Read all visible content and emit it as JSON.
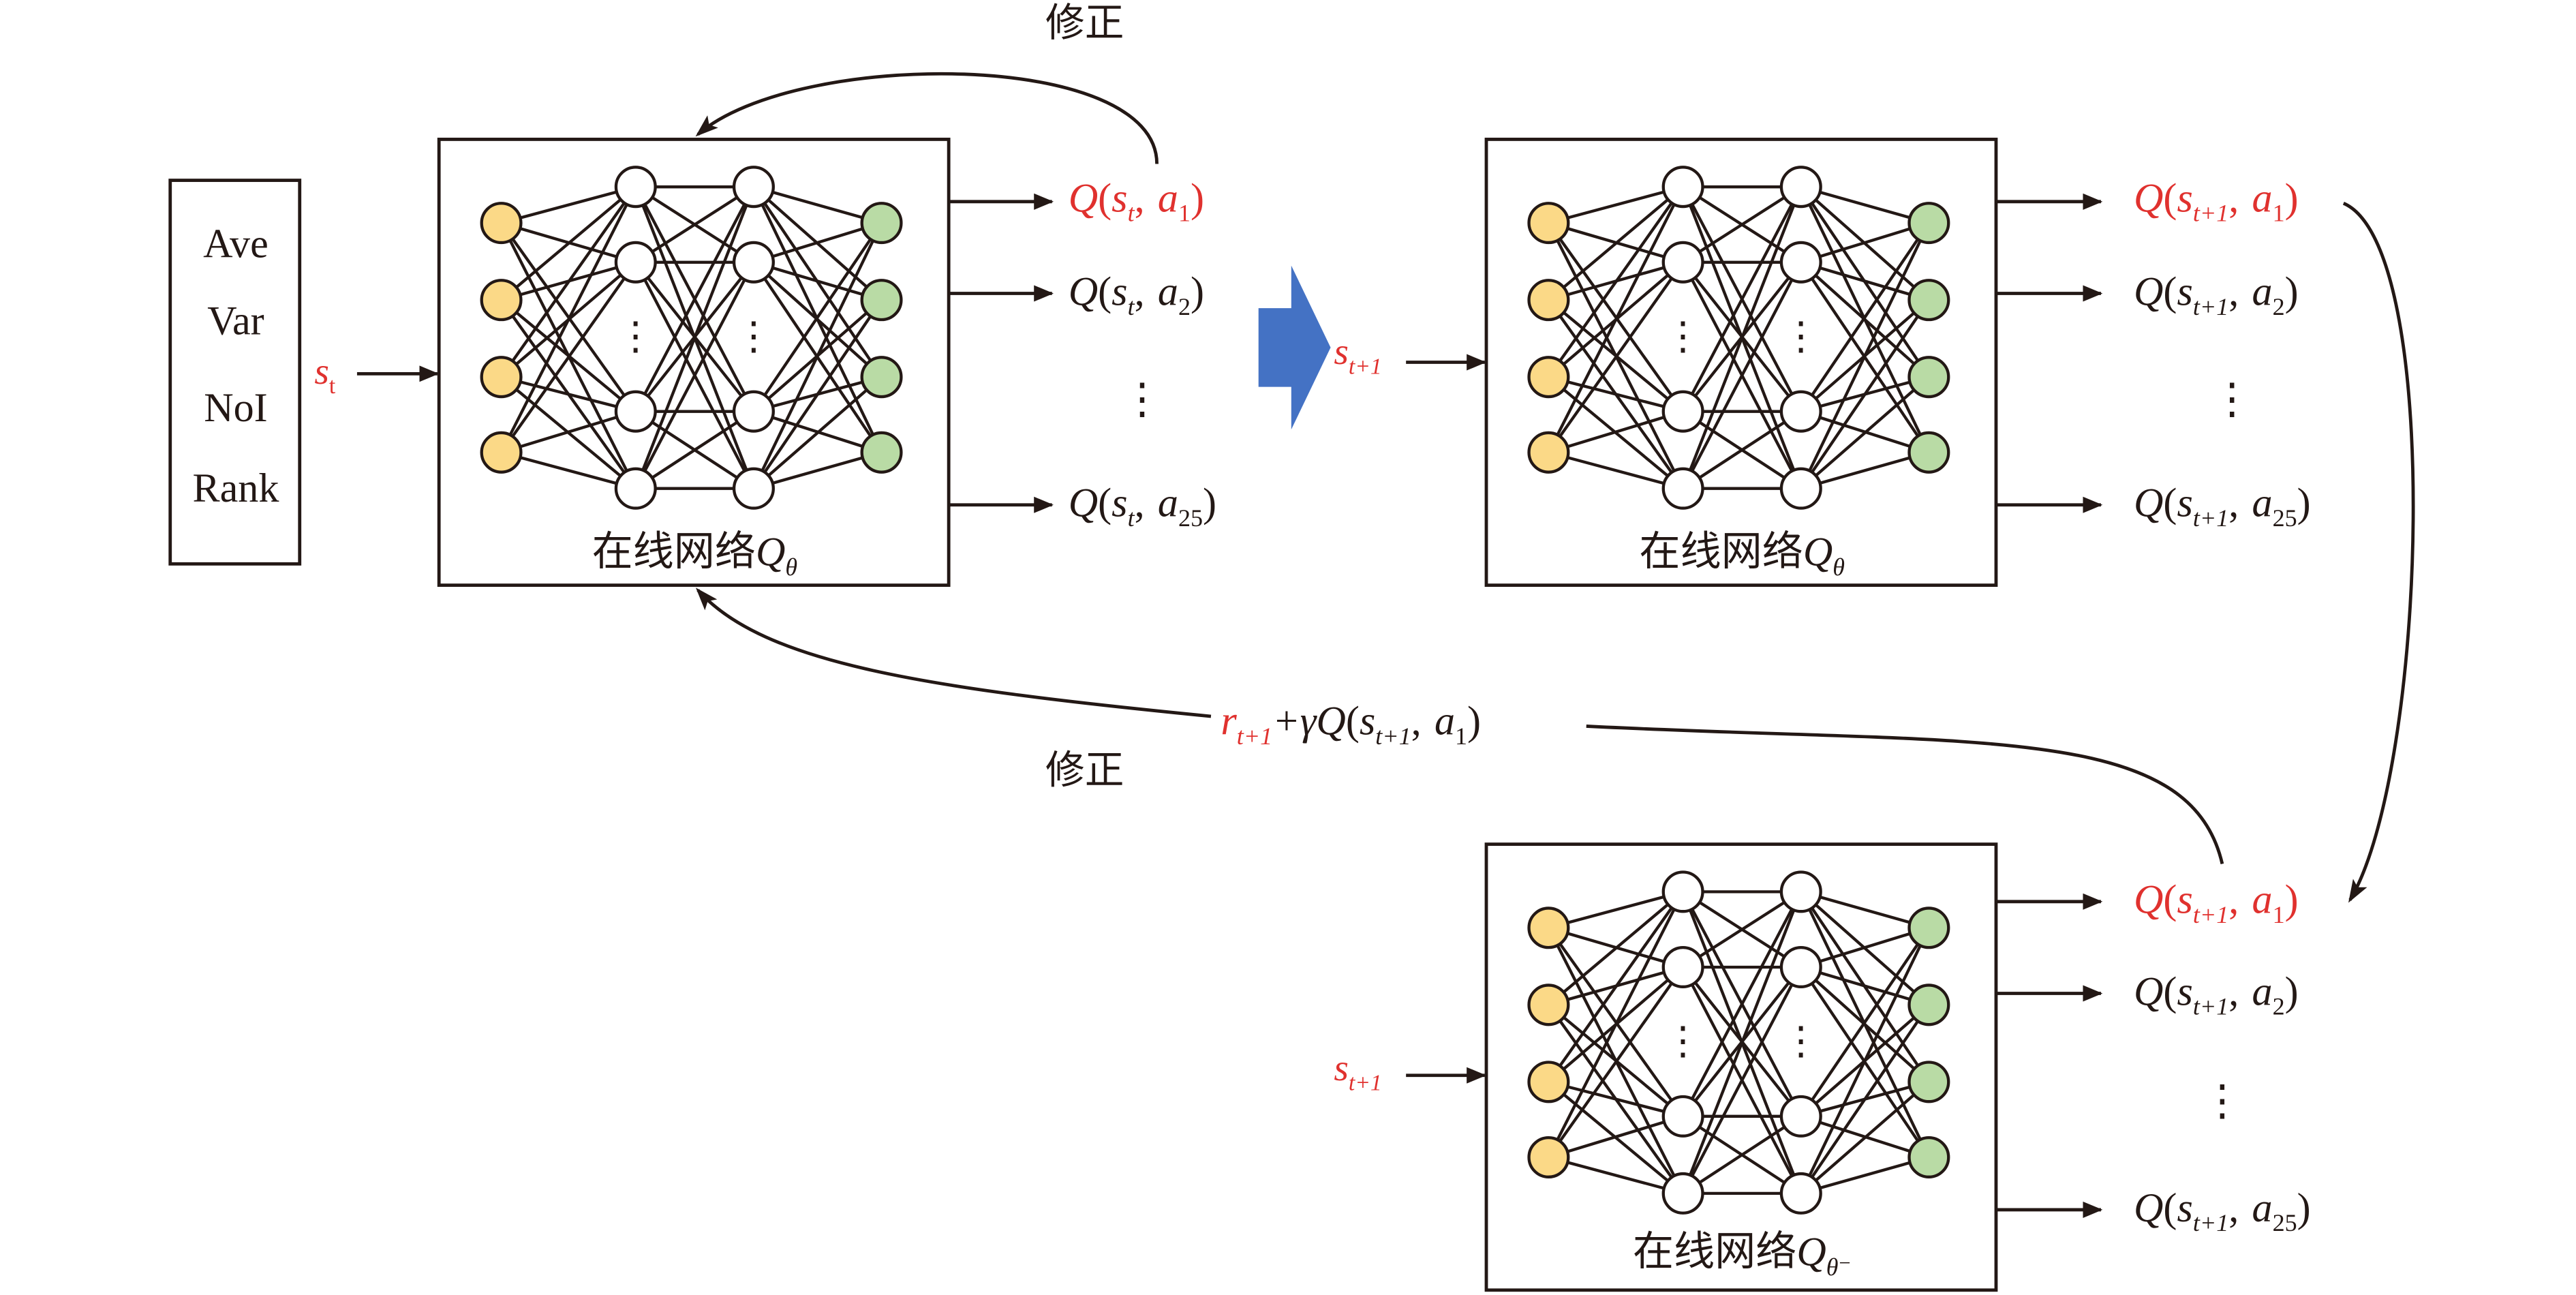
{
  "colors": {
    "red": "#e0312e",
    "black": "#231815",
    "input_node": "#fbd987",
    "output_node": "#b9dba5",
    "hidden_node": "#ffffff",
    "big_arrow": "#4472c4"
  },
  "state_box": {
    "lines": [
      "Ave",
      "Var",
      "NoI",
      "Rank"
    ]
  },
  "inputs": {
    "s_t": {
      "base": "s",
      "sub": "t"
    },
    "s_t1": {
      "base": "s",
      "sub": "t+1"
    }
  },
  "networks": {
    "online_label": "在线网络",
    "q_symbol": "Q",
    "theta": "θ",
    "theta_minus": "θ⁻"
  },
  "outputs_net1": [
    {
      "Q": "Q",
      "s": "s",
      "ssub": "t",
      "a": "a",
      "asub": "1"
    },
    {
      "Q": "Q",
      "s": "s",
      "ssub": "t",
      "a": "a",
      "asub": "2"
    },
    {
      "Q": "Q",
      "s": "s",
      "ssub": "t",
      "a": "a",
      "asub": "25"
    }
  ],
  "outputs_next": [
    {
      "Q": "Q",
      "s": "s",
      "ssub": "t+1",
      "a": "a",
      "asub": "1"
    },
    {
      "Q": "Q",
      "s": "s",
      "ssub": "t+1",
      "a": "a",
      "asub": "2"
    },
    {
      "Q": "Q",
      "s": "s",
      "ssub": "t+1",
      "a": "a",
      "asub": "25"
    }
  ],
  "ellipsis": "⋮",
  "correction_label": "修正",
  "target": {
    "r": "r",
    "rsub": "t+1",
    "plus_gamma_Q": "+γQ",
    "s": "s",
    "ssub": "t+1",
    "a": "a",
    "asub": "1"
  },
  "punct": {
    "lp": "(",
    "rp": ")",
    "comma": ","
  }
}
